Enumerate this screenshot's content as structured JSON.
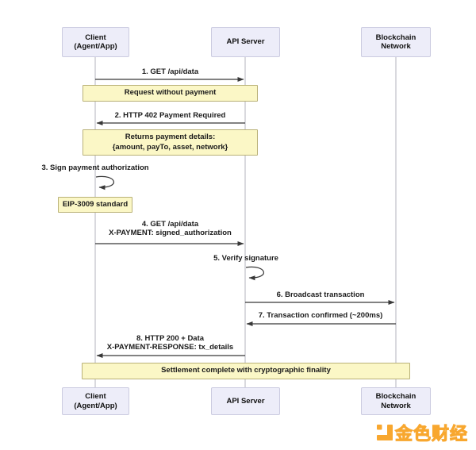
{
  "diagram": {
    "actors": [
      {
        "id": "client",
        "label": "Client\n(Agent/App)"
      },
      {
        "id": "api",
        "label": "API Server"
      },
      {
        "id": "blockchain",
        "label": "Blockchain\nNetwork"
      }
    ],
    "messages": [
      {
        "label": "1. GET /api/data",
        "from": "client",
        "to": "api"
      },
      {
        "label": "2. HTTP 402 Payment Required",
        "from": "api",
        "to": "client"
      },
      {
        "label": "3. Sign payment authorization",
        "from": "client",
        "to": "client"
      },
      {
        "label": "4. GET /api/data\nX-PAYMENT: signed_authorization",
        "from": "client",
        "to": "api"
      },
      {
        "label": "5. Verify signature",
        "from": "api",
        "to": "api"
      },
      {
        "label": "6. Broadcast transaction",
        "from": "api",
        "to": "blockchain"
      },
      {
        "label": "7. Transaction confirmed (~200ms)",
        "from": "blockchain",
        "to": "api"
      },
      {
        "label": "8. HTTP 200 + Data\nX-PAYMENT-RESPONSE: tx_details",
        "from": "api",
        "to": "client"
      }
    ],
    "notes": [
      {
        "label": "Request without payment"
      },
      {
        "label": "Returns payment details:\n{amount, payTo, asset, network}"
      },
      {
        "label": "EIP-3009 standard"
      },
      {
        "label": "Settlement complete with cryptographic finality"
      }
    ],
    "colors": {
      "actor_fill": "#EDEDF9",
      "actor_border": "#CBCBE0",
      "note_fill": "#FBF7C6",
      "note_border": "#B9B178",
      "lifeline": "#D9D9DE",
      "arrow": "#383838",
      "watermark_orange": "#F8A01E",
      "watermark_text": "#F7C468"
    }
  },
  "watermark": {
    "text": "金色财经"
  }
}
